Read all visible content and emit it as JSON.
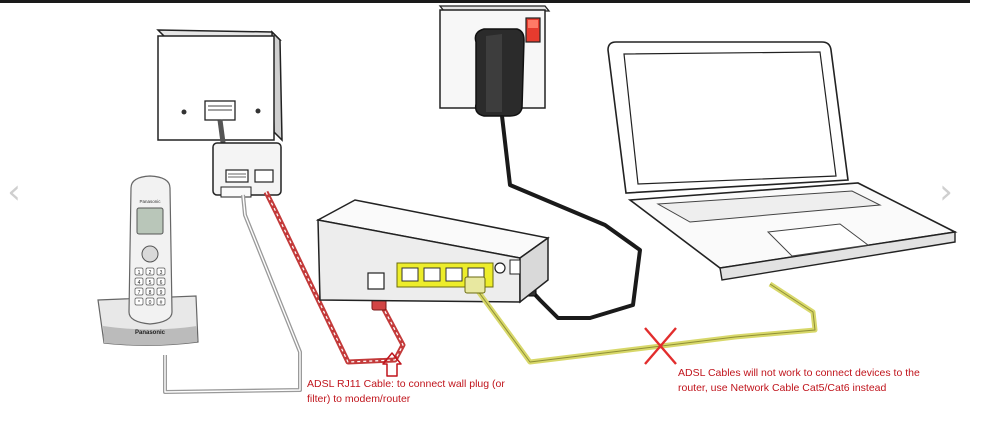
{
  "navigation": {
    "prev_glyph": "‹",
    "next_glyph": "›"
  },
  "phone": {
    "brand_handset": "Panasonic",
    "brand_base": "Panasonic",
    "keypad": [
      "1",
      "2",
      "3",
      "4",
      "5",
      "6",
      "7",
      "8",
      "9",
      "*",
      "0",
      "#"
    ]
  },
  "annotations": {
    "rj11_cable": "ADSL RJ11 Cable: to connect wall plug (or filter) to modem/router",
    "adsl_warning": "ADSL Cables will not work to connect devices to the router, use Network Cable Cat5/Cat6 instead"
  },
  "icons": {
    "up_arrow": "outline-up-arrow-icon",
    "warning_cross": "red-x-icon",
    "prev": "chevron-left-icon",
    "next": "chevron-right-icon"
  },
  "colors": {
    "annotation_text": "#c0141c",
    "rj11_cable": "#c33a3a",
    "ethernet_cable": "#d8d86a",
    "power_cable": "#1a1a1a",
    "phone_cable": "#9a9a9a",
    "router_ports": "#eded2a",
    "power_socket_switch": "#e63b2e"
  }
}
